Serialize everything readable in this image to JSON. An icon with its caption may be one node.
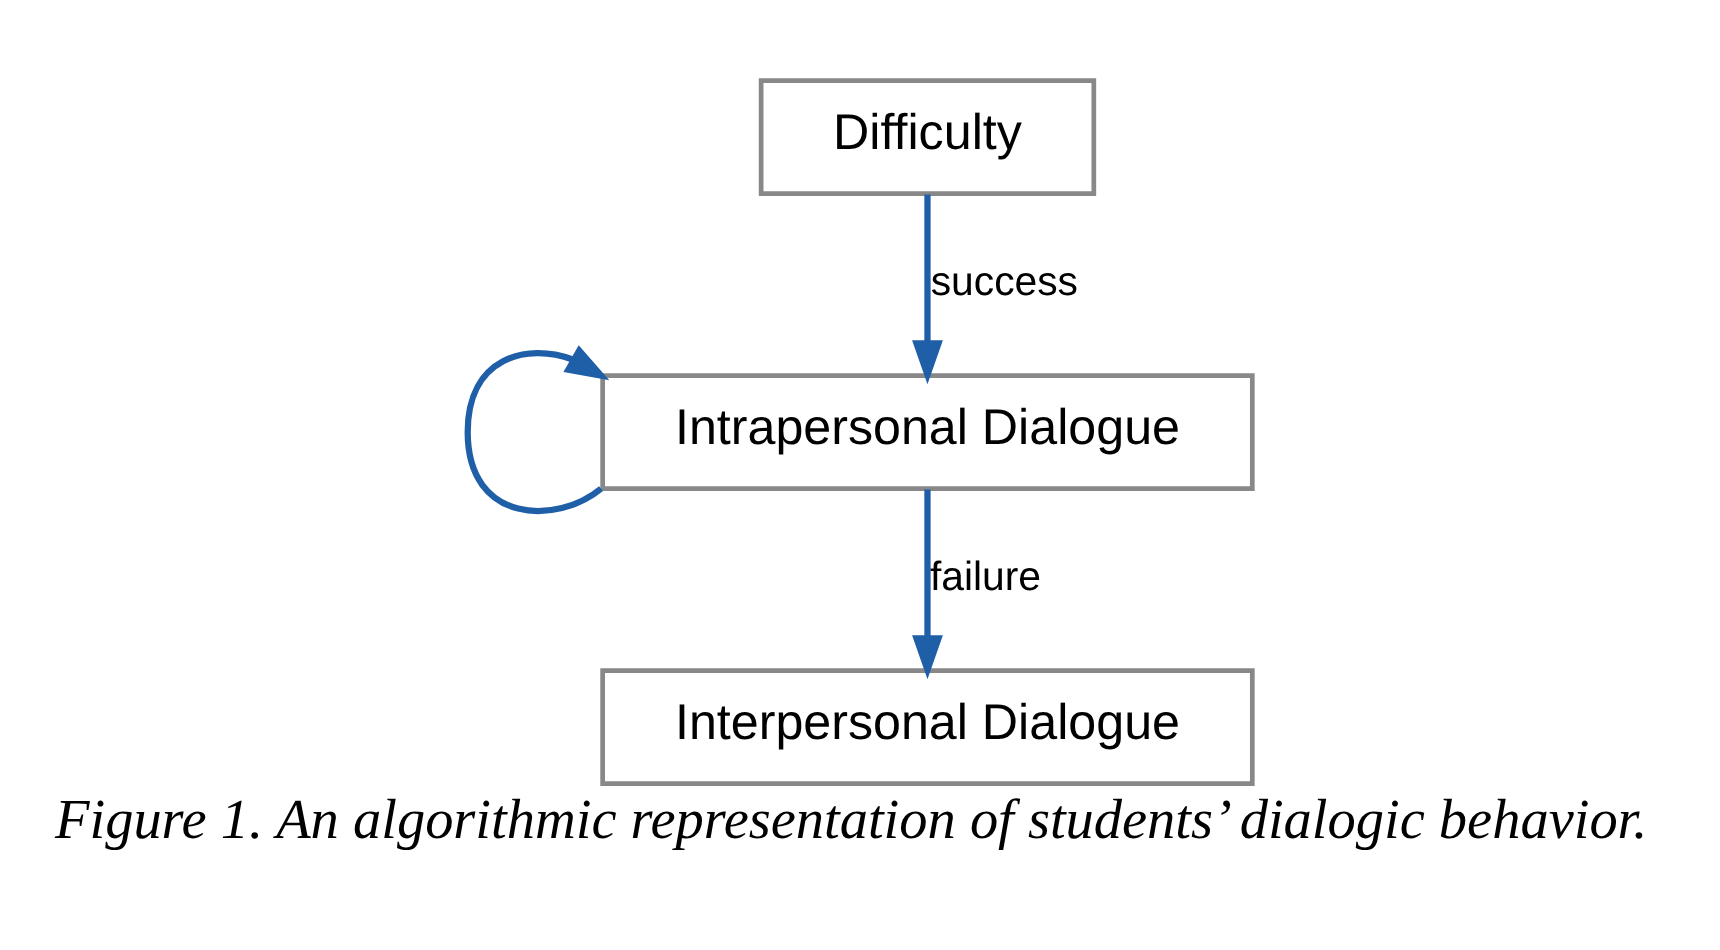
{
  "diagram": {
    "caption": "Figure 1. An algorithmic representation of students’ dialogic behavior.",
    "nodes": [
      {
        "text": [
          "Difficulty"
        ]
      },
      {
        "text": [
          "Intrapersonal Dialogue"
        ]
      },
      {
        "text": [
          "Interpersonal Dialogue"
        ]
      }
    ],
    "edges": [
      {
        "from": 0,
        "to": 1,
        "arrow": "to",
        "label": "success"
      },
      {
        "from": 1,
        "to": 2,
        "arrow": "to",
        "label": "failure"
      },
      {
        "from": 1,
        "to": 1,
        "arrow": "to"
      }
    ]
  }
}
